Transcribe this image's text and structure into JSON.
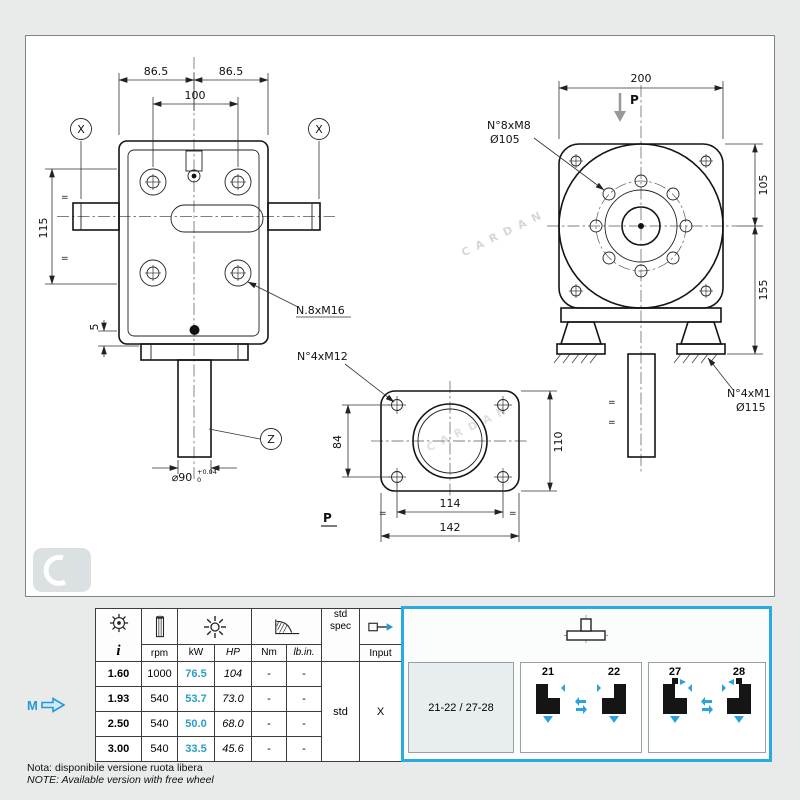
{
  "watermark": {
    "text": "CARDAN"
  },
  "drawing": {
    "sym_equal": "=",
    "front": {
      "dim_left": "86.5",
      "dim_right": "86.5",
      "dim_bolt_spacing": "100",
      "dim_height": "115",
      "dim_flange": "5",
      "section_left": "X",
      "section_right": "X",
      "detail_label": "Z",
      "bolt_callout": "N.8xM16",
      "shaft_dia": "⌀90",
      "tol_upper": "+0.04",
      "tol_lower": "0"
    },
    "side": {
      "dim_width": "200",
      "force_label": "P",
      "bolt_callout": "N°8xM8",
      "bolt_circle_dia": "Ø105",
      "dim_upper": "105",
      "dim_lower": "155",
      "mount_callout": "N°4xM1",
      "mount_circle_dia": "Ø115"
    },
    "bottom": {
      "bolt_callout": "N°4xM12",
      "dim_bolt_vertical": "84",
      "dim_height": "110",
      "dim_bolt_horizontal": "114",
      "dim_width": "142",
      "view_label": "P"
    }
  },
  "table": {
    "headers": {
      "ratio": "i",
      "rpm": "rpm",
      "kw": "kW",
      "hp": "HP",
      "nm": "Nm",
      "lbin": "lb.in.",
      "std1": "std",
      "std2": "spec",
      "input": "Input"
    },
    "rows": [
      {
        "i": "1.60",
        "rpm": "1000",
        "kw": "76.5",
        "hp": "104",
        "nm": "-",
        "lbin": "-"
      },
      {
        "i": "1.93",
        "rpm": "540",
        "kw": "53.7",
        "hp": "73.0",
        "nm": "-",
        "lbin": "-"
      },
      {
        "i": "2.50",
        "rpm": "540",
        "kw": "50.0",
        "hp": "68.0",
        "nm": "-",
        "lbin": "-"
      },
      {
        "i": "3.00",
        "rpm": "540",
        "kw": "33.5",
        "hp": "45.6",
        "nm": "-",
        "lbin": "-"
      }
    ],
    "std_value": "std",
    "input_value": "X",
    "m_label": "M",
    "panel": {
      "range_label": "21-22 / 27-28",
      "configs": [
        "21",
        "22",
        "27",
        "28"
      ]
    }
  },
  "notes": {
    "it": "Nota: disponibile versione ruota libera",
    "en": "NOTE: Available version with free wheel"
  },
  "colors": {
    "accent_blue": "#29abe2",
    "kw_blue": "#2b9dc6"
  }
}
